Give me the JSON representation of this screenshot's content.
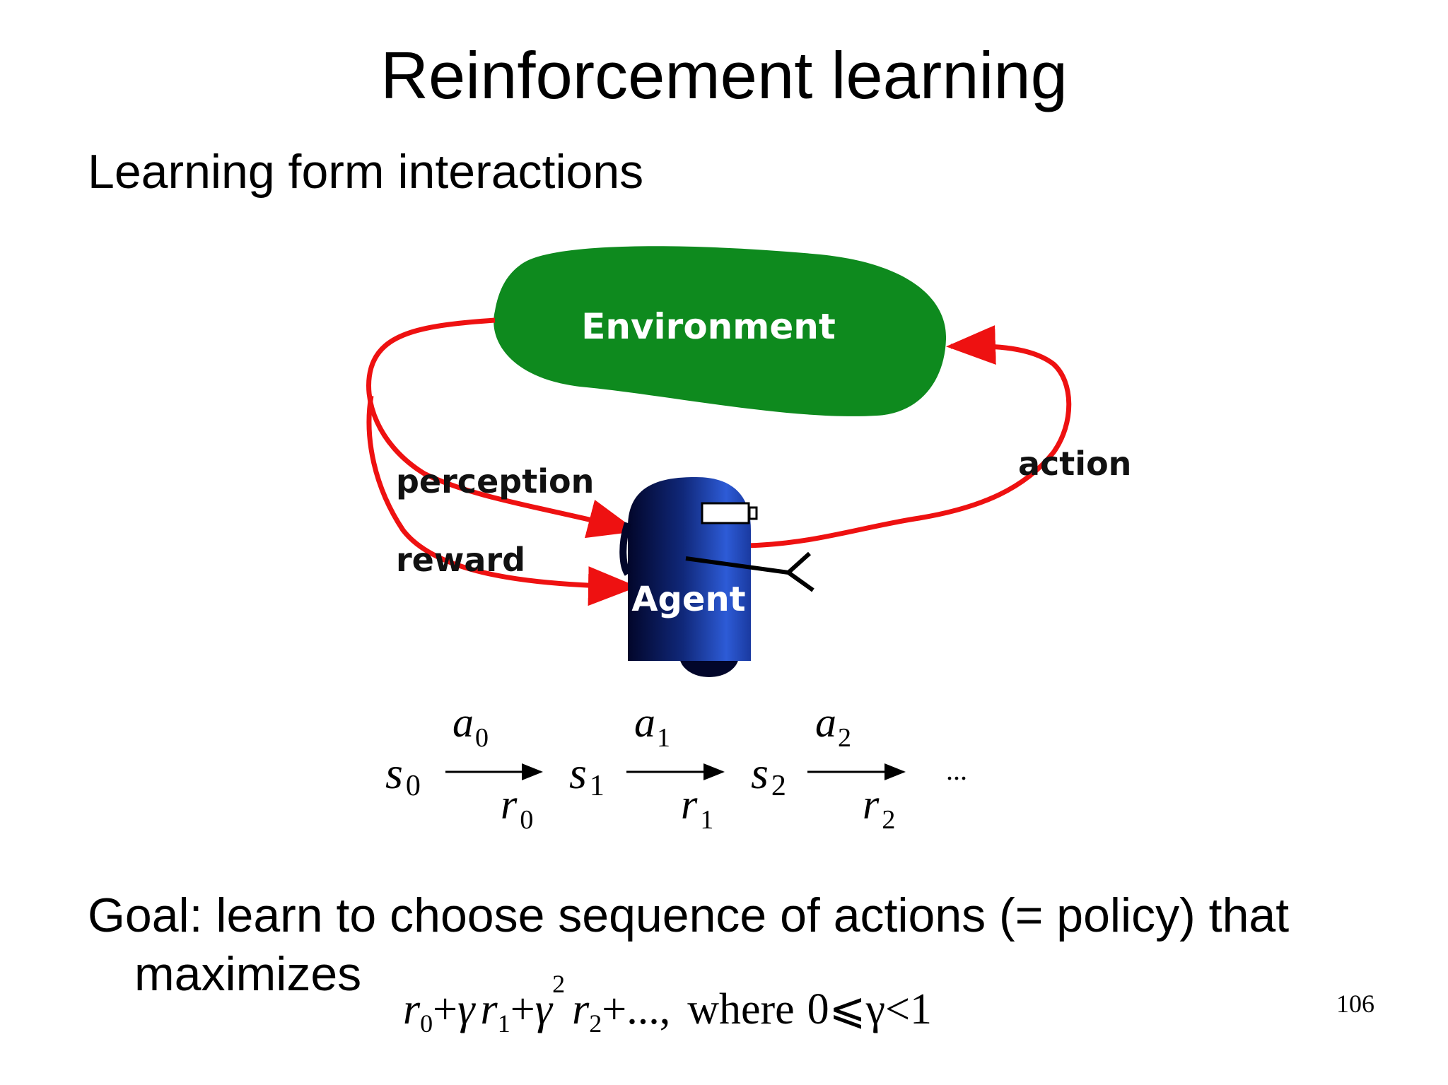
{
  "title": "Reinforcement learning",
  "subtitle": "Learning form interactions",
  "diagram": {
    "environment_label": "Environment",
    "agent_label": "Agent",
    "perception_label": "perception",
    "reward_label": "reward",
    "action_label": "action",
    "colors": {
      "environment": "#0e8a1e",
      "arrow": "#ee1111",
      "agent_dark": "#02062a",
      "agent_light": "#2d5bd6"
    }
  },
  "sequence": {
    "states": [
      {
        "symbol": "s",
        "sub": "0"
      },
      {
        "symbol": "s",
        "sub": "1"
      },
      {
        "symbol": "s",
        "sub": "2"
      }
    ],
    "actions": [
      {
        "symbol": "a",
        "sub": "0"
      },
      {
        "symbol": "a",
        "sub": "1"
      },
      {
        "symbol": "a",
        "sub": "2"
      }
    ],
    "rewards": [
      {
        "symbol": "r",
        "sub": "0"
      },
      {
        "symbol": "r",
        "sub": "1"
      },
      {
        "symbol": "r",
        "sub": "2"
      }
    ],
    "ellipsis": "..."
  },
  "goal": {
    "line1": "Goal: learn to choose sequence of actions (= policy) that",
    "line2": "maximizes"
  },
  "formula": {
    "r0": "r",
    "r0_sub": "0",
    "plus1": "+",
    "gamma1": "γ",
    "r1": "r",
    "r1_sub": "1",
    "plus2": "+",
    "gamma2": "γ",
    "gamma2_sup": "2",
    "r2": "r",
    "r2_sub": "2",
    "tail": "+...,",
    "where": "where",
    "condition": "0⩽γ<1"
  },
  "page_number": "106"
}
